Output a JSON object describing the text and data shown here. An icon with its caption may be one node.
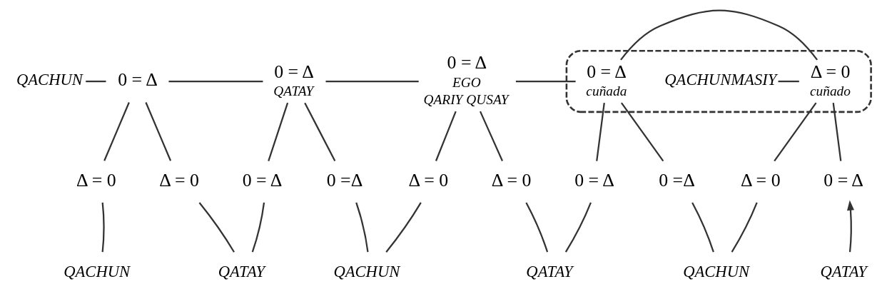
{
  "diagram": {
    "nodes": [
      {
        "text": [
          "QACHUN"
        ]
      },
      {
        "text": [
          "0 = Δ"
        ]
      },
      {
        "text": [
          "0 = Δ"
        ],
        "beside": [
          "QATAY"
        ]
      },
      {
        "text": [
          "0 = Δ"
        ],
        "beside": [
          "EGO",
          "QARIY QUSAY"
        ]
      },
      {
        "text": [],
        "shape": "box"
      },
      {
        "text": [
          "0 = Δ"
        ],
        "beside": [
          "cuñada"
        ],
        "in": 4
      },
      {
        "text": [
          "Δ = 0"
        ],
        "beside": [
          "cuñado"
        ],
        "in": 4
      },
      {
        "text": [
          "QACHUNMASIY"
        ],
        "in": 4
      },
      {
        "text": [
          "Δ = 0"
        ]
      },
      {
        "text": [
          "Δ = 0"
        ]
      },
      {
        "text": [
          "0 = Δ"
        ]
      },
      {
        "text": [
          "0 =Δ"
        ]
      },
      {
        "text": [
          "Δ = 0"
        ]
      },
      {
        "text": [
          "Δ = 0"
        ]
      },
      {
        "text": [
          "0 = Δ"
        ]
      },
      {
        "text": [
          "0 =Δ"
        ]
      },
      {
        "text": [
          "Δ = 0"
        ]
      },
      {
        "text": [
          "0 = Δ"
        ]
      },
      {
        "text": [
          "QACHUN"
        ]
      },
      {
        "text": [
          "QATAY"
        ]
      },
      {
        "text": [
          "QACHUN"
        ]
      },
      {
        "text": [
          "QATAY"
        ]
      },
      {
        "text": [
          "QACHUN"
        ]
      },
      {
        "text": [
          "QATAY"
        ]
      }
    ],
    "edges": [
      {
        "from": 0,
        "to": 1,
        "arrow": "none"
      },
      {
        "from": 1,
        "to": 2,
        "arrow": "none"
      },
      {
        "from": 2,
        "to": 3,
        "arrow": "none"
      },
      {
        "from": 3,
        "to": 5,
        "arrow": "none"
      },
      {
        "from": 5,
        "to": 6,
        "arrow": "none"
      },
      {
        "from": 7,
        "to": 6,
        "arrow": "none"
      },
      {
        "from": 1,
        "to": 8,
        "arrow": "none"
      },
      {
        "from": 1,
        "to": 9,
        "arrow": "none"
      },
      {
        "from": 2,
        "to": 10,
        "arrow": "none"
      },
      {
        "from": 2,
        "to": 11,
        "arrow": "none"
      },
      {
        "from": 3,
        "to": 12,
        "arrow": "none"
      },
      {
        "from": 3,
        "to": 13,
        "arrow": "none"
      },
      {
        "from": 5,
        "to": 14,
        "arrow": "none"
      },
      {
        "from": 5,
        "to": 15,
        "arrow": "none"
      },
      {
        "from": 6,
        "to": 16,
        "arrow": "none"
      },
      {
        "from": 6,
        "to": 17,
        "arrow": "none"
      },
      {
        "from": 18,
        "to": 8,
        "arrow": "none"
      },
      {
        "from": 19,
        "to": 9,
        "arrow": "none"
      },
      {
        "from": 19,
        "to": 10,
        "arrow": "none"
      },
      {
        "from": 20,
        "to": 11,
        "arrow": "none"
      },
      {
        "from": 20,
        "to": 12,
        "arrow": "none"
      },
      {
        "from": 21,
        "to": 13,
        "arrow": "none"
      },
      {
        "from": 21,
        "to": 14,
        "arrow": "none"
      },
      {
        "from": 22,
        "to": 15,
        "arrow": "none"
      },
      {
        "from": 22,
        "to": 16,
        "arrow": "none"
      },
      {
        "from": 23,
        "to": 17,
        "arrow": "to"
      }
    ]
  }
}
